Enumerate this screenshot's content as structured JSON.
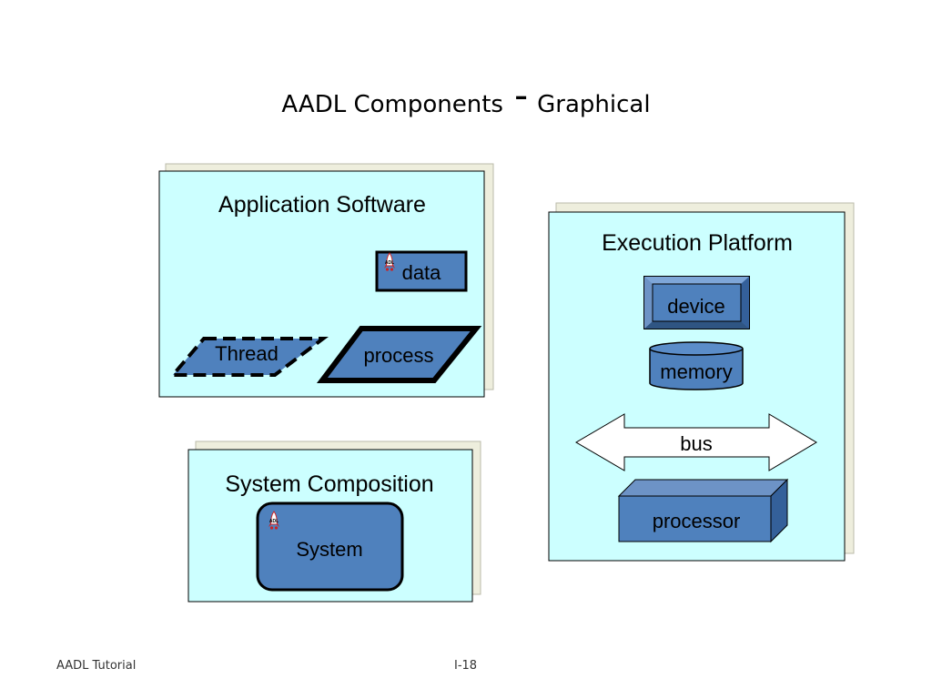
{
  "slide": {
    "title_left": "AADL Components",
    "title_dash": "-",
    "title_right": "Graphical",
    "footer_left": "AADL Tutorial",
    "footer_page": "I-18"
  },
  "panels": {
    "application_software": {
      "heading": "Application Software",
      "data_label": "data",
      "thread_label": "Thread",
      "process_label": "process"
    },
    "system_composition": {
      "heading": "System Composition",
      "system_label": "System"
    },
    "execution_platform": {
      "heading": "Execution Platform",
      "device_label": "device",
      "memory_label": "memory",
      "bus_label": "bus",
      "processor_label": "processor"
    }
  },
  "colors": {
    "panel_fill": "#ccffff",
    "shadow_fill": "#eeeedd",
    "component_fill": "#4f81bd",
    "component_dark": "#34609a"
  },
  "icons": [
    "aadl-rocket-icon"
  ]
}
